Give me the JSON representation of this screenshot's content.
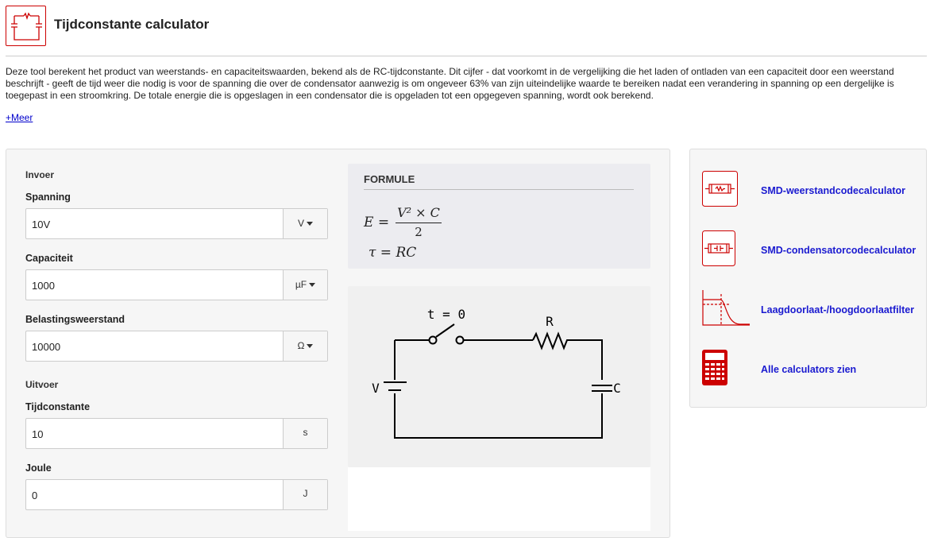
{
  "header": {
    "title": "Tijdconstante calculator"
  },
  "description": "Deze tool berekent het product van weerstands- en capaciteitswaarden, bekend als de RC-tijdconstante. Dit cijfer - dat voorkomt in de vergelijking die het laden of ontladen van een capaciteit door een weerstand beschrijft - geeft de tijd weer die nodig is voor de spanning die over de condensator aanwezig is om ongeveer 63% van zijn uiteindelijke waarde te bereiken nadat een verandering in spanning op een dergelijke is toegepast in een stroomkring. De totale energie die is opgeslagen in een condensator die is opgeladen tot een opgegeven spanning, wordt ook berekend.",
  "more_link": "+Meer",
  "input_section": {
    "label": "Invoer",
    "fields": [
      {
        "label": "Spanning",
        "value": "10V",
        "unit": "V"
      },
      {
        "label": "Capaciteit",
        "value": "1000",
        "unit": "µF"
      },
      {
        "label": "Belastingsweerstand",
        "value": "10000",
        "unit": "Ω"
      }
    ]
  },
  "output_section": {
    "label": "Uitvoer",
    "fields": [
      {
        "label": "Tijdconstante",
        "value": "10",
        "unit": "s"
      },
      {
        "label": "Joule",
        "value": "0",
        "unit": "J"
      }
    ]
  },
  "formula": {
    "title": "FORMULE",
    "energy_lhs": "E =",
    "energy_num": "V² × C",
    "energy_den": "2",
    "tau": "τ = RC"
  },
  "circuit": {
    "switch_label": "t = 0",
    "resistor_label": "R",
    "source_label": "V",
    "capacitor_label": "C"
  },
  "related_links": [
    {
      "label": "SMD-weerstandcodecalculator",
      "icon": "smd-resistor-icon"
    },
    {
      "label": "SMD-condensatorcodecalculator",
      "icon": "smd-capacitor-icon"
    },
    {
      "label": "Laagdoorlaat-/hoogdoorlaatfilter",
      "icon": "lowpass-filter-icon"
    },
    {
      "label": "Alle calculators zien",
      "icon": "calculator-icon"
    }
  ],
  "colors": {
    "accent": "#cc0000",
    "link": "#1a1ad0"
  }
}
